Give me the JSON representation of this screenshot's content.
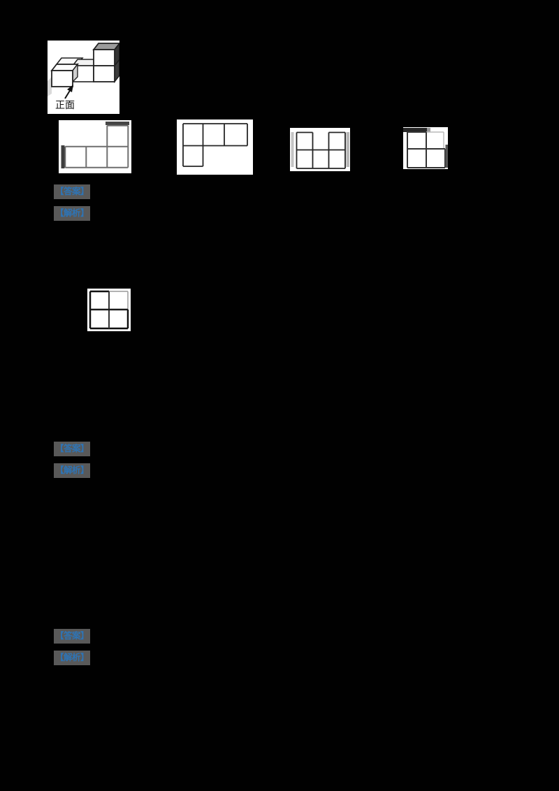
{
  "labels": {
    "answer": "【答案】",
    "analysis": "【解析】"
  },
  "figure3d": {
    "front_label": "正面",
    "description": "isometric drawing of 4 unit cubes: row of 2 cubes, 1 cube stacked on top of the right cube, 1 cube in front of the left cube; arrow pointing to the front face"
  },
  "figures": {
    "option_a": "grid view: bottom row of 3 squares + 1 square on top-right column",
    "option_b": "grid view: top row of 3 squares + 1 square under the left column",
    "option_c": "grid view: bottom row of 3 squares + top-left and top-right squares (top middle missing)",
    "option_d": "grid view: 1 square top-left + bottom row of 2 squares",
    "answer_figure": "grid view: 2x2 block, top-left square + bottom row of 2 squares (top-right edge faint)"
  },
  "colors": {
    "page_bg": "#010101",
    "figure_bg": "#ffffff",
    "label_text_blue": "#2E74B5",
    "label_highlight_gray": "#595959",
    "line_dark": "#222222",
    "shade_dark_gray": "#3c3c3c",
    "shade_light_gray": "#c4c4c4"
  }
}
